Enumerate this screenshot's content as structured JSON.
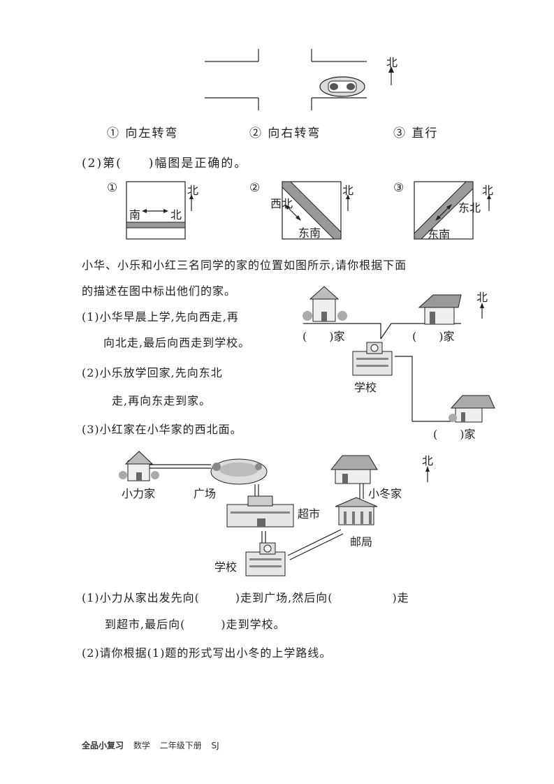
{
  "top_figure": {
    "north_label": "北",
    "options": [
      "① 向左转弯",
      "② 向右转弯",
      "③ 直行"
    ]
  },
  "q2": {
    "prompt": "(2)第(　　)幅图是正确的。",
    "fig1": {
      "num": "①",
      "north": "北",
      "south_label": "南",
      "north_label": "北"
    },
    "fig2": {
      "num": "②",
      "north": "北",
      "nw_label": "西北",
      "se_label": "东南"
    },
    "fig3": {
      "num": "③",
      "north": "北",
      "ne_label": "东北",
      "se_label": "东南"
    }
  },
  "problem3": {
    "intro_line1": "小华、小乐和小红三名同学的家的位置如图所示,请你根据下面",
    "intro_line2": "的描述在图中标出他们的家。",
    "q1_line1": "(1)小华早晨上学,先向西走,再",
    "q1_line2": "向北走,最后向西走到学校。",
    "q2_line1": "(2)小乐放学回家,先向东北",
    "q2_line2": "走,再向东走到家。",
    "q3": "(3)小红家在小华家的西北面。",
    "map": {
      "north": "北",
      "home_label_left": "(　　)家",
      "home_label_right": "(　　)家",
      "home_label_bottom": "(　　)家",
      "school": "学校"
    }
  },
  "problem4": {
    "map": {
      "north": "北",
      "xiaoli_home": "小力家",
      "square": "广场",
      "supermarket": "超市",
      "xiaodong_home": "小冬家",
      "post_office": "邮局",
      "school": "学校"
    },
    "q1_line1": "(1)小力从家出发先向(　　　)走到广场,然后向(　　　　　)走",
    "q1_line2": "到超市,最后向(　　　)走到学校。",
    "q2": "(2)请你根据(1)题的形式写出小冬的上学路线。"
  },
  "footer": {
    "book": "全品小复习",
    "subject": "数学",
    "grade": "二年级下册",
    "edition": "SJ"
  }
}
